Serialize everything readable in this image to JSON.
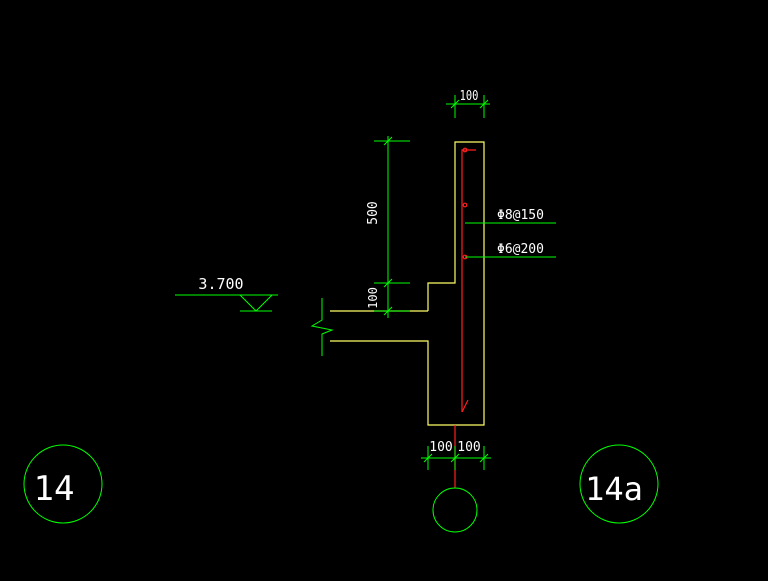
{
  "colors": {
    "background": "#000000",
    "dimension": "#00ff00",
    "outline": "#ffff66",
    "rebar": "#ff2020",
    "text": "#ffffff"
  },
  "elevation": {
    "label": "3.700"
  },
  "dimensions": {
    "top_width": "100",
    "parapet_height": "500",
    "slab_thickness": "100",
    "bottom_left": "100",
    "bottom_right": "100"
  },
  "rebar_callouts": {
    "upper": "Φ8@150",
    "lower": "Φ6@200"
  },
  "detail_markers": {
    "left": "14",
    "right": "14a",
    "bottom": ""
  }
}
